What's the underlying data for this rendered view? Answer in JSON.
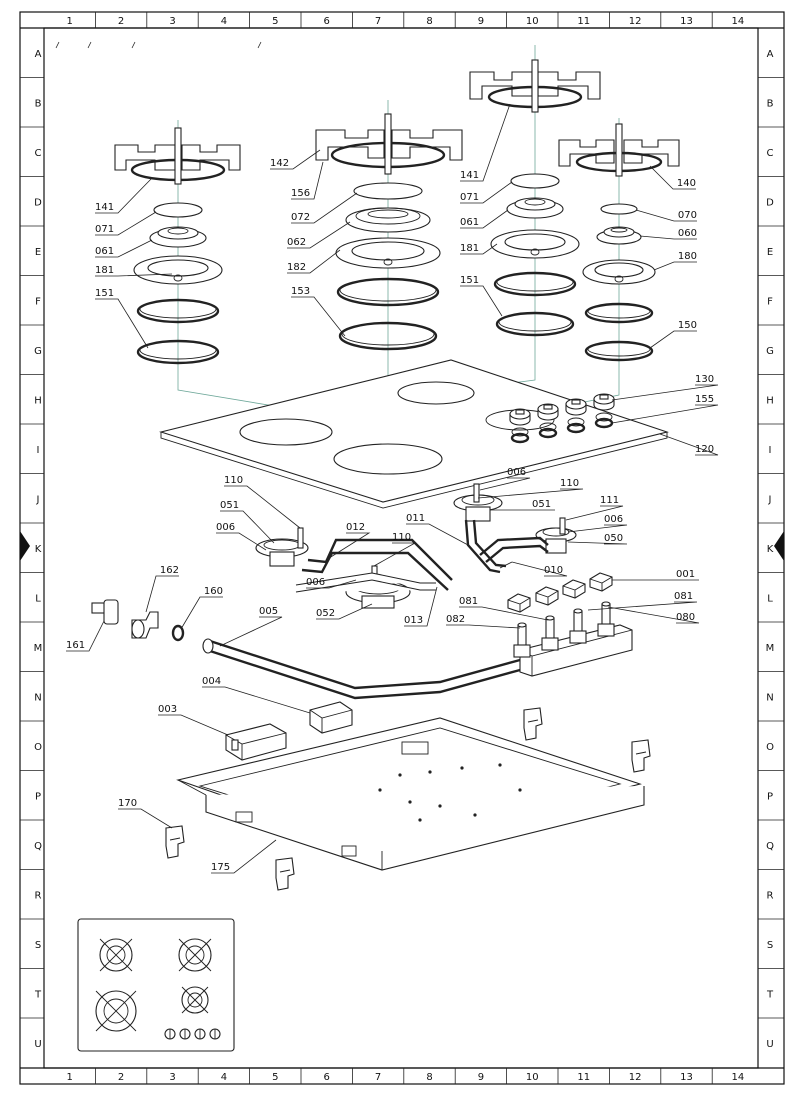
{
  "grid": {
    "columns": [
      "1",
      "2",
      "3",
      "4",
      "5",
      "6",
      "7",
      "8",
      "9",
      "10",
      "11",
      "12",
      "13",
      "14"
    ],
    "rows": [
      "A",
      "B",
      "C",
      "D",
      "E",
      "F",
      "G",
      "H",
      "I",
      "J",
      "K",
      "L",
      "M",
      "N",
      "O",
      "P",
      "Q",
      "R",
      "S",
      "T",
      "U"
    ]
  },
  "callouts": [
    {
      "id": "p141a",
      "label": "141"
    },
    {
      "id": "p071a",
      "label": "071"
    },
    {
      "id": "p061a",
      "label": "061"
    },
    {
      "id": "p181a",
      "label": "181"
    },
    {
      "id": "p151a",
      "label": "151"
    },
    {
      "id": "p142",
      "label": "142"
    },
    {
      "id": "p156",
      "label": "156"
    },
    {
      "id": "p072",
      "label": "072"
    },
    {
      "id": "p062",
      "label": "062"
    },
    {
      "id": "p182",
      "label": "182"
    },
    {
      "id": "p153",
      "label": "153"
    },
    {
      "id": "p141b",
      "label": "141"
    },
    {
      "id": "p071b",
      "label": "071"
    },
    {
      "id": "p061b",
      "label": "061"
    },
    {
      "id": "p181b",
      "label": "181"
    },
    {
      "id": "p151b",
      "label": "151"
    },
    {
      "id": "p140",
      "label": "140"
    },
    {
      "id": "p070",
      "label": "070"
    },
    {
      "id": "p060",
      "label": "060"
    },
    {
      "id": "p180",
      "label": "180"
    },
    {
      "id": "p150",
      "label": "150"
    },
    {
      "id": "p130",
      "label": "130"
    },
    {
      "id": "p155",
      "label": "155"
    },
    {
      "id": "p120",
      "label": "120"
    },
    {
      "id": "p110a",
      "label": "110"
    },
    {
      "id": "p051a",
      "label": "051"
    },
    {
      "id": "p006a",
      "label": "006"
    },
    {
      "id": "p012",
      "label": "012"
    },
    {
      "id": "p110b",
      "label": "110"
    },
    {
      "id": "p006b",
      "label": "006"
    },
    {
      "id": "p052",
      "label": "052"
    },
    {
      "id": "p013",
      "label": "013"
    },
    {
      "id": "p006c",
      "label": "006"
    },
    {
      "id": "p110c",
      "label": "110"
    },
    {
      "id": "p051b",
      "label": "051"
    },
    {
      "id": "p011",
      "label": "011"
    },
    {
      "id": "p111",
      "label": "111"
    },
    {
      "id": "p006d",
      "label": "006"
    },
    {
      "id": "p050",
      "label": "050"
    },
    {
      "id": "p010",
      "label": "010"
    },
    {
      "id": "p001",
      "label": "001"
    },
    {
      "id": "p081a",
      "label": "081"
    },
    {
      "id": "p081b",
      "label": "081"
    },
    {
      "id": "p082",
      "label": "082"
    },
    {
      "id": "p080",
      "label": "080"
    },
    {
      "id": "p162",
      "label": "162"
    },
    {
      "id": "p160",
      "label": "160"
    },
    {
      "id": "p161",
      "label": "161"
    },
    {
      "id": "p005",
      "label": "005"
    },
    {
      "id": "p004",
      "label": "004"
    },
    {
      "id": "p003",
      "label": "003"
    },
    {
      "id": "p170",
      "label": "170"
    },
    {
      "id": "p175",
      "label": "175"
    }
  ],
  "colors": {
    "line": "#222222",
    "axis": "#6fa89a",
    "background": "#ffffff"
  }
}
